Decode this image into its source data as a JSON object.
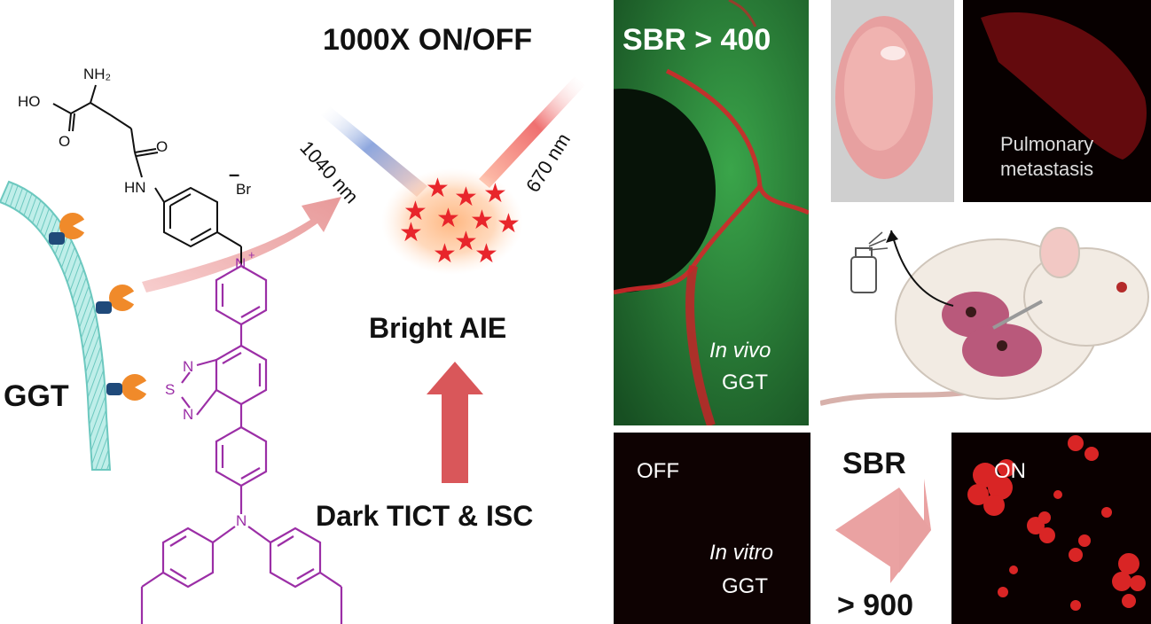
{
  "left": {
    "ggt_label": "GGT",
    "molecule": {
      "ho": "HO",
      "nh2": "NH₂",
      "o1": "O",
      "o2": "O",
      "hn": "HN",
      "br": "Br",
      "br_charge": "–",
      "n_plus": "N",
      "plus": "+",
      "s": "S",
      "n_top": "N",
      "n_bot": "N",
      "n_amine": "N"
    }
  },
  "middle": {
    "title": "1000X ON/OFF",
    "wl_excite": "1040 nm",
    "wl_emit": "670 nm",
    "bright": "Bright AIE",
    "dark": "Dark TICT & ISC"
  },
  "panels": {
    "sbr_top": "SBR > 400",
    "in_vivo": "In vivo",
    "in_vivo_ggt": "GGT",
    "pulmonary_1": "Pulmonary",
    "pulmonary_2": "metastasis",
    "off": "OFF",
    "in_vitro": "In vitro",
    "in_vitro_ggt": "GGT",
    "sbr_label": "SBR",
    "sbr_value": "> 900",
    "on": "ON"
  },
  "colors": {
    "membrane": "#7fd6cf",
    "enzyme": "#f08a2a",
    "enzyme_dark": "#1f4a7a",
    "probe_purple": "#9b2ea6",
    "arrow_pink": "#eaa2a2",
    "arrow_red": "#d9575a",
    "fluor_red": "#e8252b",
    "tissue_green": "#2f8a3c",
    "panel_dark": "#0a0a0a"
  }
}
